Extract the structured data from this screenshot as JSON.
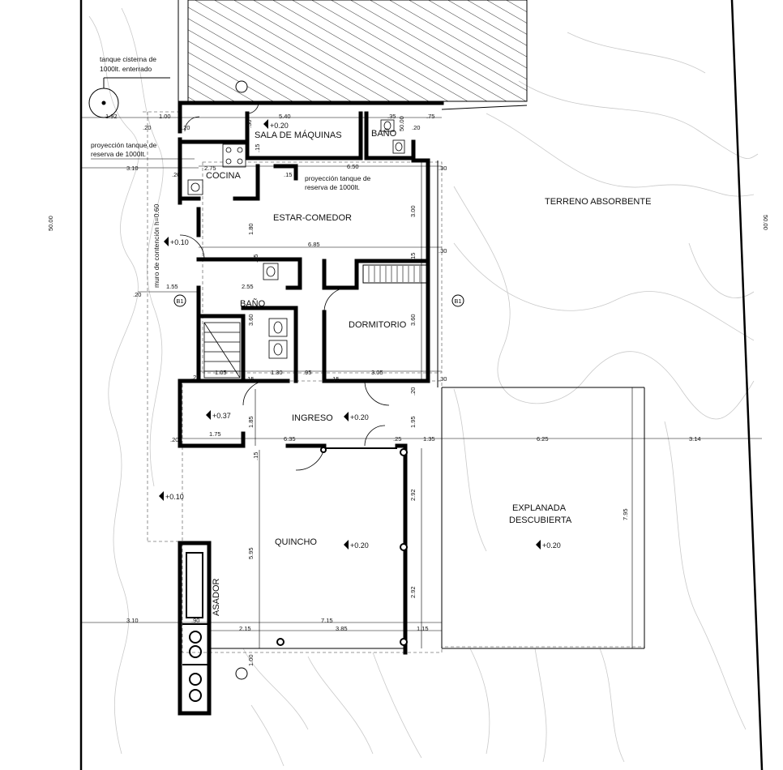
{
  "plan": {
    "rooms": {
      "sala_maquinas": "SALA DE MÁQUINAS",
      "bano_top": "BAÑO",
      "cocina": "COCINA",
      "estar_comedor": "ESTAR-COMEDOR",
      "terreno": "TERRENO ABSORBENTE",
      "bano": "BAÑO",
      "dormitorio": "DORMITORIO",
      "ingreso": "INGRESO",
      "explanada_1": "EXPLANADA",
      "explanada_2": "DESCUBIERTA",
      "quincho": "QUINCHO",
      "asador": "ASADOR"
    },
    "notes": {
      "tanque_cisterna_1": "tanque cisterna de",
      "tanque_cisterna_2": "1000lt. enterrado",
      "proy_left_1": "proyección tanque de",
      "proy_left_2": "reserva de 1000lt.",
      "proy_right_1": "proyección tanque de",
      "proy_right_2": "reserva de 1000lt.",
      "muro": "muro de contención h=0.60"
    },
    "levels": {
      "sala": "+0.20",
      "left_010": "+0.10",
      "corridor": "+0.37",
      "ingreso": "+0.20",
      "left_low": "+0.10",
      "quincho": "+0.20",
      "explanada": "+0.20"
    },
    "section_marks": {
      "left": "B1",
      "right": "B1"
    },
    "dimensions": {
      "d_192": "1.92",
      "d_100": "1.00",
      "d_540": "5.40",
      "d_35": ".35",
      "d_75": ".75",
      "d_20a": ".20",
      "d_20b": ".20",
      "d_20c": ".20",
      "d_30a": ".30",
      "d_20d": ".20",
      "d_310a": "3.10",
      "d_275": "2.75",
      "d_650": "6.50",
      "d_30b": ".30",
      "d_15a": ".15",
      "d_15b": ".15",
      "d_15c": ".15",
      "d_300": "3.00",
      "d_180": "1.80",
      "d_685": "6.85",
      "d_30c": ".30",
      "d_50": "50.00",
      "d_50r": "50.00",
      "d_155": "1.55",
      "d_255": "2.55",
      "d_20e": ".20",
      "d_360a": "3.60",
      "d_360b": "3.60",
      "d_105": "1.05",
      "d_130": "1.30",
      "d_95": ".95",
      "d_305": "3.05",
      "d_15d": ".15",
      "d_15e": ".15",
      "d_30d": ".30",
      "d_25a": ".25",
      "d_175": "1.75",
      "d_185": "1.85",
      "d_635": "6.35",
      "d_135": "1.35",
      "d_625": "6.25",
      "d_314": "3.14",
      "d_195": "1.95",
      "d_20f": ".20",
      "d_20g": ".20",
      "d_15f": ".15",
      "d_25b": ".25",
      "d_292a": "2.92",
      "d_292b": "2.92",
      "d_795": "7.95",
      "d_595": "5.95",
      "d_310b": "3.10",
      "d_90": ".90",
      "d_715": "7.15",
      "d_215": "2.15",
      "d_385": "3.85",
      "d_115": "1.15",
      "d_100b": "1.00",
      "d_15g": ".15"
    }
  }
}
